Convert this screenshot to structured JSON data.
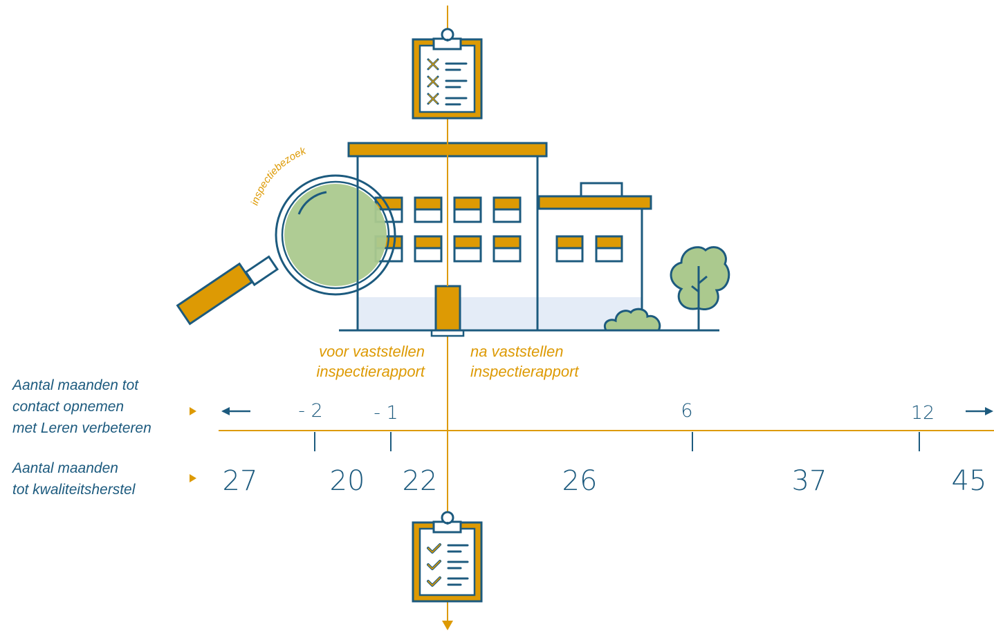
{
  "colors": {
    "navy": "#1c5a7e",
    "orange": "#dd9a04",
    "green": "#abc98e",
    "sky": "#e4ecf7"
  },
  "icons": {
    "top": "clipboard-crosses-icon",
    "bottom": "clipboard-checks-icon",
    "magnifier": "magnifying-glass-icon",
    "building": "school-building-icon",
    "tree": "tree-icon",
    "bush": "bush-icon"
  },
  "labels": {
    "inspection_visit": "inspectiebezoek",
    "before_line1": "voor vaststellen",
    "before_line2": "inspectierapport",
    "after_line1": "na  vaststellen",
    "after_line2": "inspectierapport"
  },
  "rows": {
    "contact": {
      "line1": "Aantal maanden tot",
      "line2": "contact opnemen",
      "line3": "met Leren verbeteren"
    },
    "recovery": {
      "line1": "Aantal maanden",
      "line2": "tot kwaliteitsherstel"
    }
  },
  "timeline": {
    "ticks": [
      "- 2",
      "- 1",
      "6",
      "12"
    ]
  },
  "recovery_values": [
    "27",
    "20",
    "22",
    "26",
    "37",
    "45"
  ]
}
